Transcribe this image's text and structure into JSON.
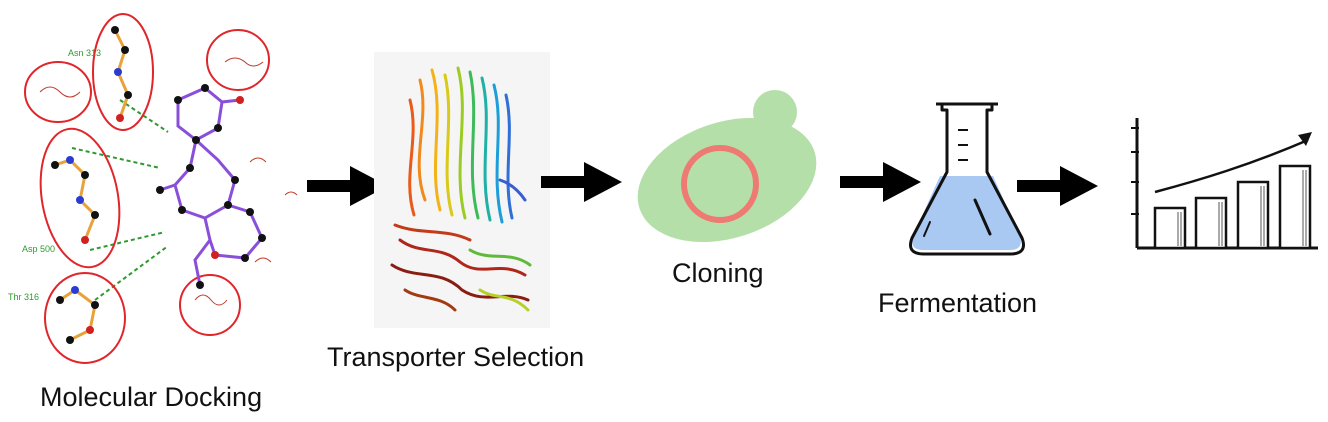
{
  "steps": [
    {
      "id": "docking",
      "label": "Molecular Docking"
    },
    {
      "id": "transporter",
      "label": "Transporter Selection"
    },
    {
      "id": "cloning",
      "label": "Cloning"
    },
    {
      "id": "fermentation",
      "label": "Fermentation"
    },
    {
      "id": "result",
      "label": ""
    }
  ],
  "docking_residue_labels": [
    "Asn 313",
    "Asp 500",
    "Thr 316"
  ],
  "colors": {
    "arrow": "#000000",
    "interaction_circle": "#e0262a",
    "ligand": "#8a4fd8",
    "cell_fill": "#b5dfa9",
    "plasmid": "#ee7b73",
    "medium": "#a9c8f2",
    "hbond": "#2e9a2e"
  }
}
